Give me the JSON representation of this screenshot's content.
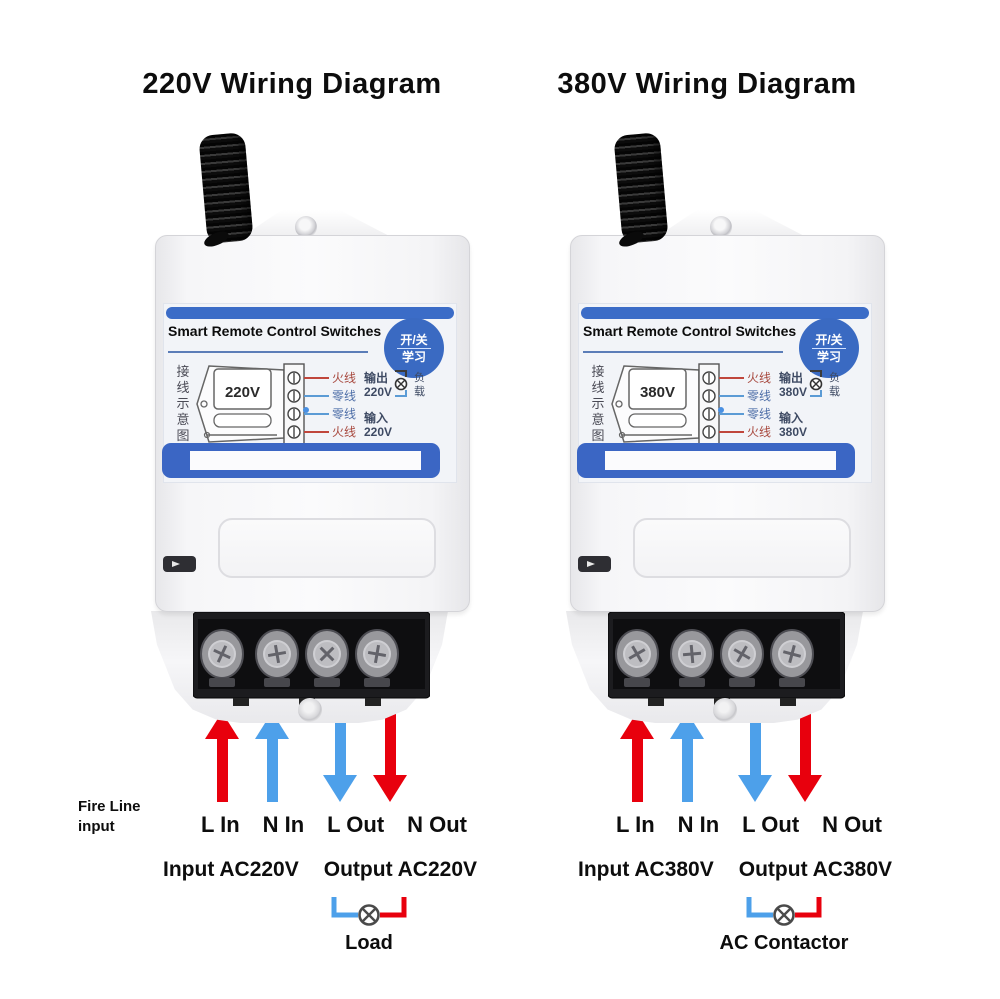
{
  "colors": {
    "accent_blue": "#3b6cc7",
    "band_blue": "#3b66c4",
    "arrow_red": "#e8000d",
    "arrow_blue": "#4da0ea",
    "wire_red": "#b5544a",
    "wire_blue": "#4f6fa8",
    "body_white": "#f6f6f8",
    "terminal_black": "#1c1c1f"
  },
  "fire_note": {
    "line1": "Fire Line",
    "line2": "input"
  },
  "panels": [
    {
      "title": "220V Wiring Diagram",
      "sticker": {
        "brand": "Smart Remote Control Switches",
        "button_top": "开/关",
        "button_bottom": "学习",
        "side_chars": [
          "接",
          "线",
          "示",
          "意",
          "图"
        ],
        "display_voltage": "220V",
        "wires": [
          "火线",
          "零线",
          "零线",
          "火线"
        ],
        "out_word": "输出",
        "out_voltage": "220V",
        "in_word": "输入",
        "in_voltage": "220V",
        "load_char1": "负",
        "load_char2": "载"
      },
      "terminals": [
        "L In",
        "N In",
        "L Out",
        "N Out"
      ],
      "input_label": "Input AC220V",
      "output_label": "Output AC220V",
      "load_caption": "Load"
    },
    {
      "title": "380V Wiring Diagram",
      "sticker": {
        "brand": "Smart Remote Control Switches",
        "button_top": "开/关",
        "button_bottom": "学习",
        "side_chars": [
          "接",
          "线",
          "示",
          "意",
          "图"
        ],
        "display_voltage": "380V",
        "wires": [
          "火线",
          "零线",
          "零线",
          "火线"
        ],
        "out_word": "输出",
        "out_voltage": "380V",
        "in_word": "输入",
        "in_voltage": "380V",
        "load_char1": "负",
        "load_char2": "载"
      },
      "terminals": [
        "L In",
        "N In",
        "L Out",
        "N Out"
      ],
      "input_label": "Input AC380V",
      "output_label": "Output AC380V",
      "load_caption": "AC Contactor"
    }
  ]
}
